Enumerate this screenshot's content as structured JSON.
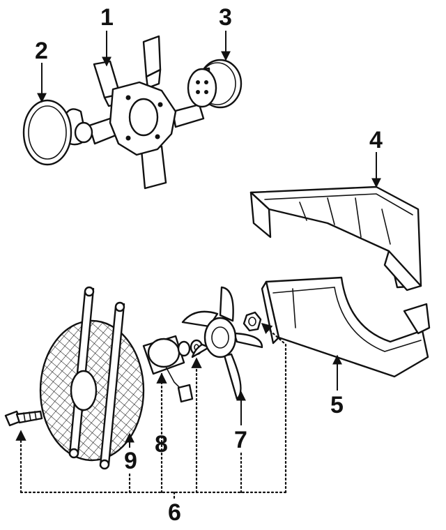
{
  "callouts": {
    "n1": "1",
    "n2": "2",
    "n3": "3",
    "n4": "4",
    "n5": "5",
    "n6": "6",
    "n7": "7",
    "n8": "8",
    "n9": "9"
  }
}
